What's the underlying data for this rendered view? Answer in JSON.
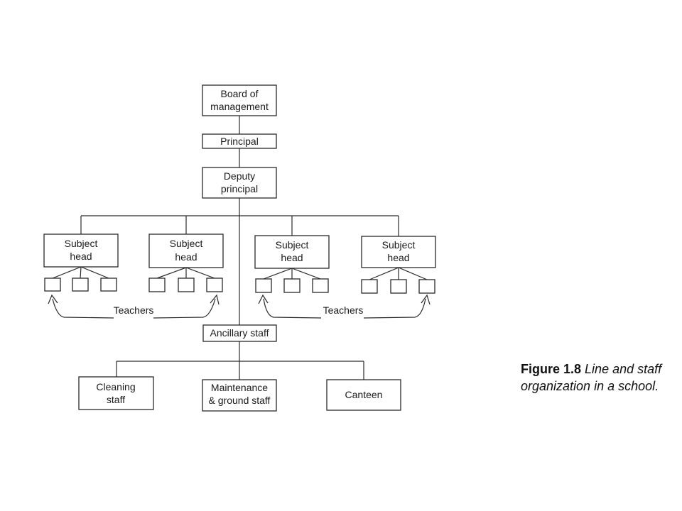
{
  "nodes": {
    "board": [
      "Board of",
      "management"
    ],
    "principal": [
      "Principal"
    ],
    "deputy": [
      "Deputy",
      "principal"
    ],
    "subject_head": [
      "Subject",
      "head"
    ],
    "ancillary": [
      "Ancillary staff"
    ],
    "cleaning": [
      "Cleaning",
      "staff"
    ],
    "maintenance": [
      "Maintenance",
      "& ground staff"
    ],
    "canteen": [
      "Canteen"
    ]
  },
  "teachers_label": "Teachers",
  "caption": {
    "prefix": "Figure 1.8",
    "text": "Line and staff organization in a school."
  }
}
